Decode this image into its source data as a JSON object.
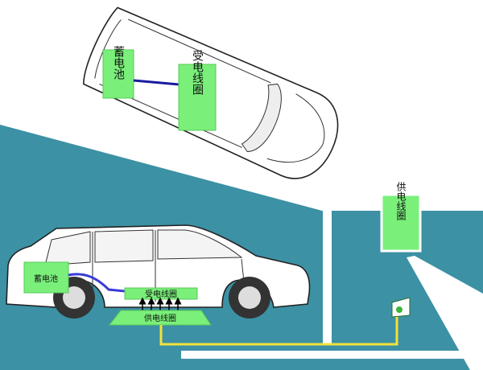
{
  "colors": {
    "ground": "#3c91a4",
    "label_fill": "#7af07a",
    "label_border": "#58c858",
    "battery_line": "#1a1aa0",
    "cable": "#f2e23a",
    "power_line": "#3a3ad8"
  },
  "top_view": {
    "battery_label": "蓄电池",
    "receiver_coil_label": "受电线圈"
  },
  "side_view": {
    "battery_label": "蓄电池",
    "receiver_coil_label": "受电线圈",
    "supply_coil_label": "供电线圈"
  },
  "roadside": {
    "supply_coil_label": "供电线圈"
  },
  "icons": [
    "power-socket-icon",
    "energy-arrow-icon"
  ]
}
